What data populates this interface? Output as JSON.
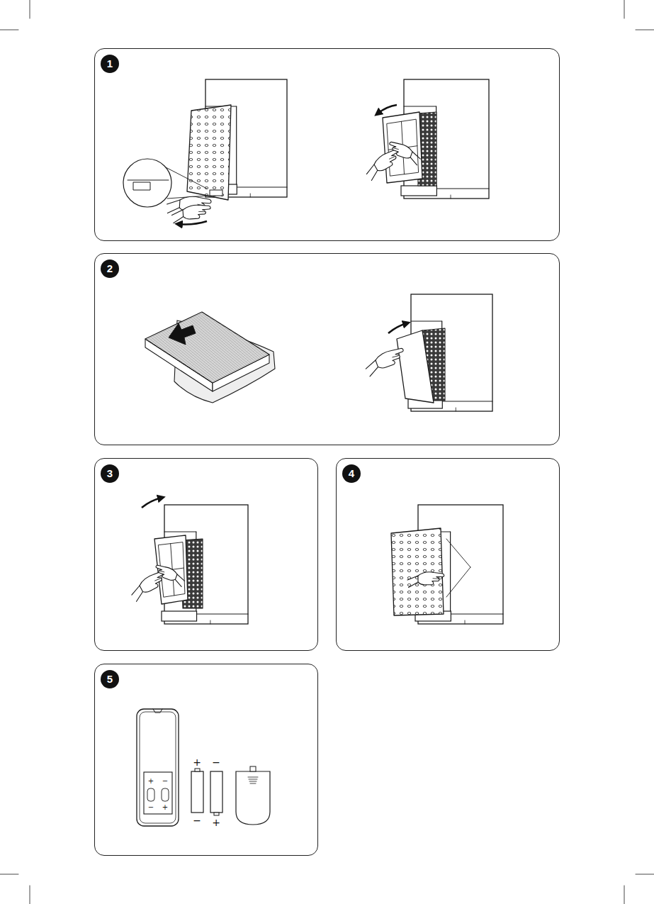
{
  "diagram": {
    "nodes": [
      {
        "text": [
          "1"
        ]
      },
      {
        "text": [
          "2"
        ]
      },
      {
        "text": [
          "3"
        ]
      },
      {
        "text": [
          "4"
        ]
      },
      {
        "text": [
          "5"
        ]
      }
    ],
    "labels": [
      "+",
      "−",
      "−",
      "+",
      "+",
      "−",
      "−",
      "+"
    ]
  }
}
